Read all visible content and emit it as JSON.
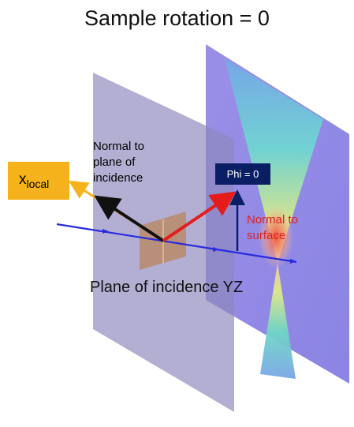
{
  "title": "Sample rotation = 0",
  "x_local": {
    "main": "x",
    "sub": "local"
  },
  "normal_to_plane": "Normal to\nplane of\nincidence",
  "phi_label": "Phi = 0",
  "normal_to_surface": "Normal to\nsurface",
  "plane_label": "Plane of incidence YZ",
  "colors": {
    "plane": "#8d89bd",
    "detector": "#8f86e6",
    "beam": "#2a2adf",
    "xlocal_arrow": "#f6b21a",
    "plane_normal_arrow": "#111111",
    "surface_normal_arrow": "#e51c1c",
    "phi_arrow": "#0a1f63",
    "sample": "#b88a6a"
  }
}
